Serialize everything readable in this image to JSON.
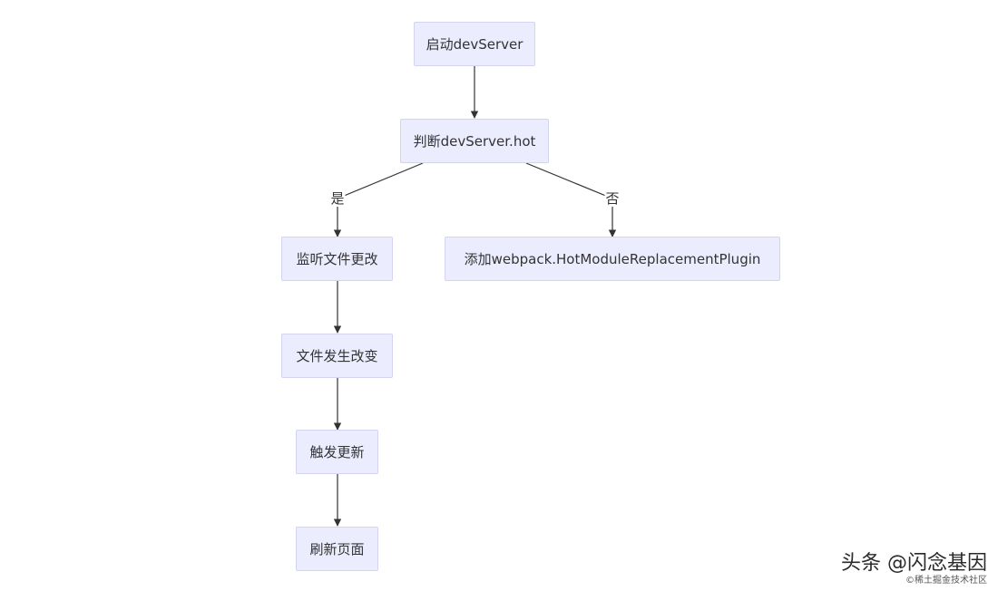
{
  "diagram": {
    "nodes": {
      "start": "启动devServer",
      "check": "判断devServer.hot",
      "watch": "监听文件更改",
      "add_plugin": "添加webpack.HotModuleReplacementPlugin",
      "file_changed": "文件发生改变",
      "trigger": "触发更新",
      "refresh": "刷新页面"
    },
    "edge_labels": {
      "yes": "是",
      "no": "否"
    },
    "colors": {
      "node_fill": "#ececff",
      "node_border": "#d3d3f2",
      "edge": "#333333"
    }
  },
  "watermark": {
    "main": "头条 @闪念基因",
    "sub": "©稀土掘金技术社区"
  }
}
